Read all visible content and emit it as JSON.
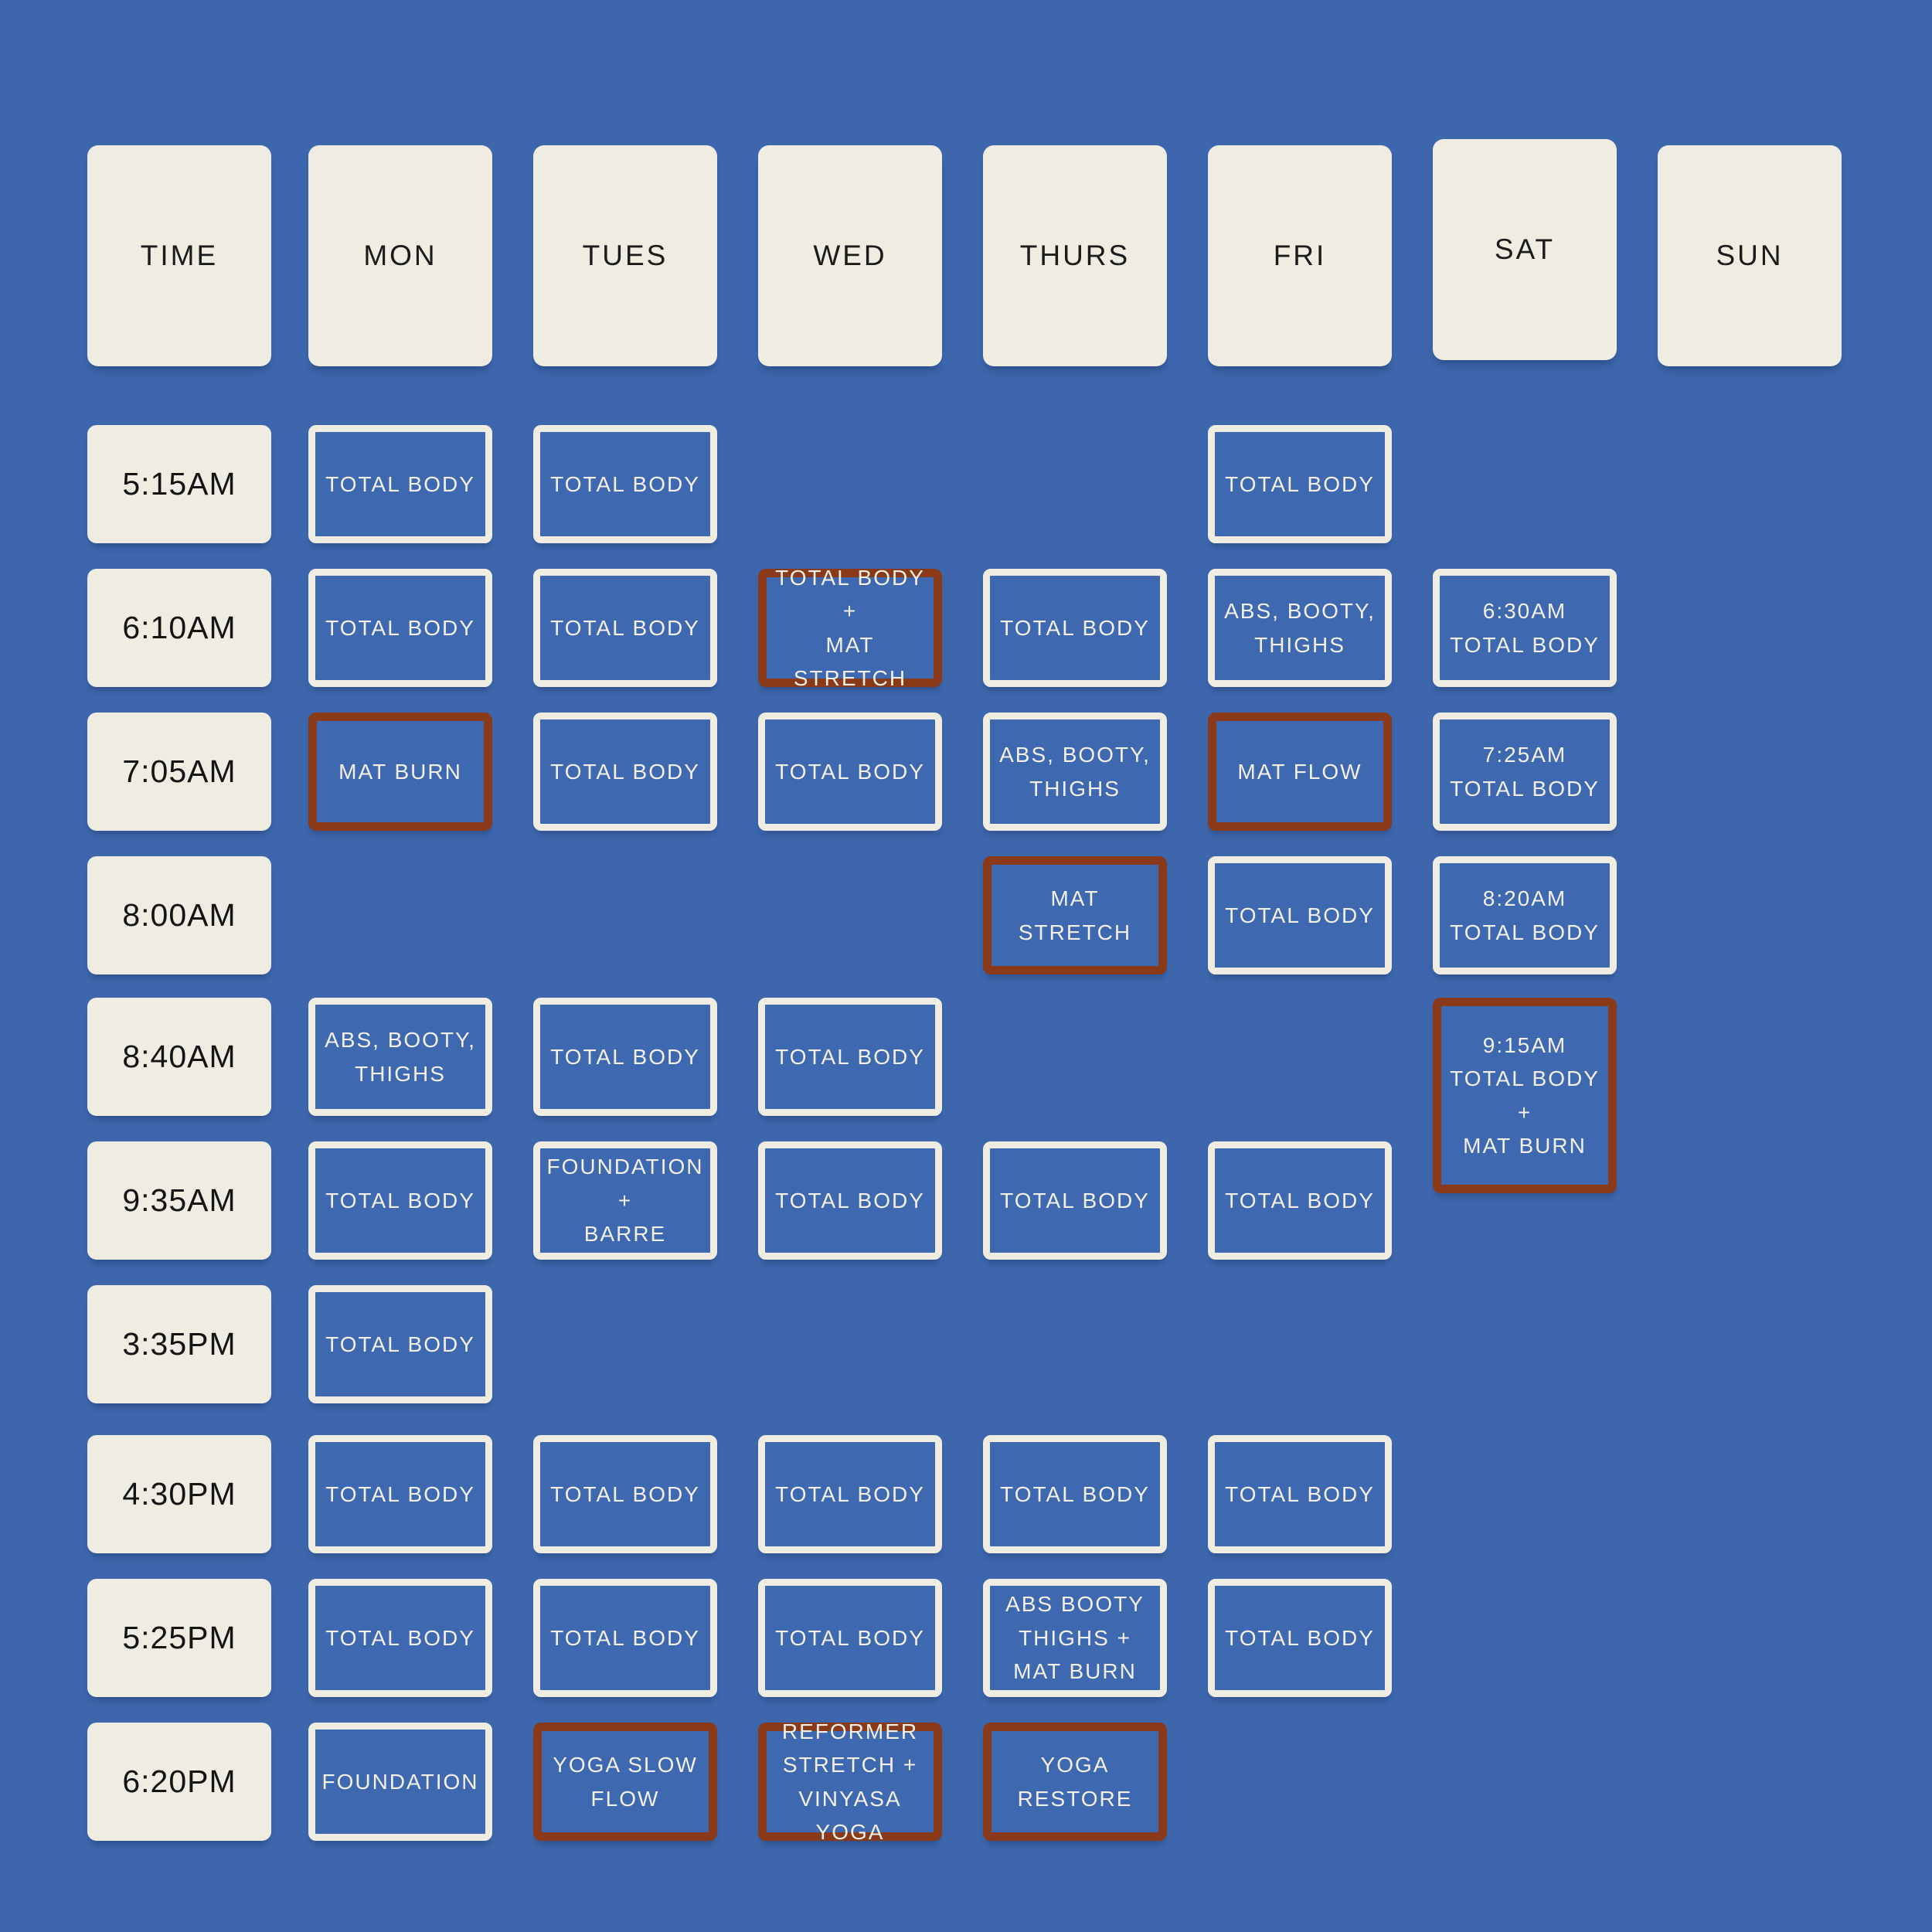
{
  "palette": {
    "background_blue": "#3d66ac",
    "card_cream": "#efece2",
    "cell_blue": "#3e68af",
    "accent_red_border": "#8a3a18",
    "text_dark": "#1b1b1b",
    "text_light": "#f3f0e7"
  },
  "header": {
    "columns": [
      "TIME",
      "MON",
      "TUES",
      "WED",
      "THURS",
      "FRI",
      "SAT",
      "SUN"
    ]
  },
  "times": [
    "5:15AM",
    "6:10AM",
    "7:05AM",
    "8:00AM",
    "8:40AM",
    "9:35AM",
    "3:35PM",
    "4:30PM",
    "5:25PM",
    "6:20PM"
  ],
  "classes": [
    {
      "day": "MON",
      "time": "5:15AM",
      "style": "white",
      "lines": [
        "TOTAL BODY"
      ]
    },
    {
      "day": "TUES",
      "time": "5:15AM",
      "style": "white",
      "lines": [
        "TOTAL BODY"
      ]
    },
    {
      "day": "FRI",
      "time": "5:15AM",
      "style": "white",
      "lines": [
        "TOTAL BODY"
      ]
    },
    {
      "day": "MON",
      "time": "6:10AM",
      "style": "white",
      "lines": [
        "TOTAL BODY"
      ]
    },
    {
      "day": "TUES",
      "time": "6:10AM",
      "style": "white",
      "lines": [
        "TOTAL BODY"
      ]
    },
    {
      "day": "WED",
      "time": "6:10AM",
      "style": "red",
      "lines": [
        "TOTAL BODY +",
        "MAT STRETCH"
      ]
    },
    {
      "day": "THURS",
      "time": "6:10AM",
      "style": "white",
      "lines": [
        "TOTAL BODY"
      ]
    },
    {
      "day": "FRI",
      "time": "6:10AM",
      "style": "white",
      "lines": [
        "ABS, BOOTY,",
        "THIGHS"
      ]
    },
    {
      "day": "SAT",
      "time": "6:10AM",
      "style": "white",
      "lines": [
        "6:30AM",
        "TOTAL BODY"
      ]
    },
    {
      "day": "MON",
      "time": "7:05AM",
      "style": "red",
      "lines": [
        "MAT BURN"
      ]
    },
    {
      "day": "TUES",
      "time": "7:05AM",
      "style": "white",
      "lines": [
        "TOTAL BODY"
      ]
    },
    {
      "day": "WED",
      "time": "7:05AM",
      "style": "white",
      "lines": [
        "TOTAL BODY"
      ]
    },
    {
      "day": "THURS",
      "time": "7:05AM",
      "style": "white",
      "lines": [
        "ABS, BOOTY,",
        "THIGHS"
      ]
    },
    {
      "day": "FRI",
      "time": "7:05AM",
      "style": "red",
      "lines": [
        "MAT FLOW"
      ]
    },
    {
      "day": "SAT",
      "time": "7:05AM",
      "style": "white",
      "lines": [
        "7:25AM",
        "TOTAL BODY"
      ]
    },
    {
      "day": "THURS",
      "time": "8:00AM",
      "style": "red",
      "lines": [
        "MAT STRETCH"
      ]
    },
    {
      "day": "FRI",
      "time": "8:00AM",
      "style": "white",
      "lines": [
        "TOTAL BODY"
      ]
    },
    {
      "day": "SAT",
      "time": "8:00AM",
      "style": "white",
      "lines": [
        "8:20AM",
        "TOTAL BODY"
      ]
    },
    {
      "day": "MON",
      "time": "8:40AM",
      "style": "white",
      "lines": [
        "ABS, BOOTY,",
        "THIGHS"
      ]
    },
    {
      "day": "TUES",
      "time": "8:40AM",
      "style": "white",
      "lines": [
        "TOTAL BODY"
      ]
    },
    {
      "day": "WED",
      "time": "8:40AM",
      "style": "white",
      "lines": [
        "TOTAL BODY"
      ]
    },
    {
      "day": "SAT",
      "time": "8:40AM",
      "style": "red",
      "tall": true,
      "lines": [
        "9:15AM",
        "TOTAL BODY",
        "+",
        "MAT BURN"
      ]
    },
    {
      "day": "MON",
      "time": "9:35AM",
      "style": "white",
      "lines": [
        "TOTAL BODY"
      ]
    },
    {
      "day": "TUES",
      "time": "9:35AM",
      "style": "white",
      "lines": [
        "FOUNDATION +",
        "BARRE"
      ]
    },
    {
      "day": "WED",
      "time": "9:35AM",
      "style": "white",
      "lines": [
        "TOTAL BODY"
      ]
    },
    {
      "day": "THURS",
      "time": "9:35AM",
      "style": "white",
      "lines": [
        "TOTAL BODY"
      ]
    },
    {
      "day": "FRI",
      "time": "9:35AM",
      "style": "white",
      "lines": [
        "TOTAL BODY"
      ]
    },
    {
      "day": "MON",
      "time": "3:35PM",
      "style": "white",
      "lines": [
        "TOTAL BODY"
      ]
    },
    {
      "day": "MON",
      "time": "4:30PM",
      "style": "white",
      "lines": [
        "TOTAL BODY"
      ]
    },
    {
      "day": "TUES",
      "time": "4:30PM",
      "style": "white",
      "lines": [
        "TOTAL BODY"
      ]
    },
    {
      "day": "WED",
      "time": "4:30PM",
      "style": "white",
      "lines": [
        "TOTAL BODY"
      ]
    },
    {
      "day": "THURS",
      "time": "4:30PM",
      "style": "white",
      "lines": [
        "TOTAL BODY"
      ]
    },
    {
      "day": "FRI",
      "time": "4:30PM",
      "style": "white",
      "lines": [
        "TOTAL BODY"
      ]
    },
    {
      "day": "MON",
      "time": "5:25PM",
      "style": "white",
      "lines": [
        "TOTAL BODY"
      ]
    },
    {
      "day": "TUES",
      "time": "5:25PM",
      "style": "white",
      "lines": [
        "TOTAL BODY"
      ]
    },
    {
      "day": "WED",
      "time": "5:25PM",
      "style": "white",
      "lines": [
        "TOTAL BODY"
      ]
    },
    {
      "day": "THURS",
      "time": "5:25PM",
      "style": "white",
      "lines": [
        "ABS BOOTY",
        "THIGHS +",
        "MAT BURN"
      ]
    },
    {
      "day": "FRI",
      "time": "5:25PM",
      "style": "white",
      "lines": [
        "TOTAL BODY"
      ]
    },
    {
      "day": "MON",
      "time": "6:20PM",
      "style": "white",
      "lines": [
        "FOUNDATION"
      ]
    },
    {
      "day": "TUES",
      "time": "6:20PM",
      "style": "red",
      "lines": [
        "YOGA SLOW",
        "FLOW"
      ]
    },
    {
      "day": "WED",
      "time": "6:20PM",
      "style": "red",
      "lines": [
        "REFORMER",
        "STRETCH +",
        "VINYASA YOGA"
      ]
    },
    {
      "day": "THURS",
      "time": "6:20PM",
      "style": "red",
      "lines": [
        "YOGA",
        "RESTORE"
      ]
    }
  ]
}
